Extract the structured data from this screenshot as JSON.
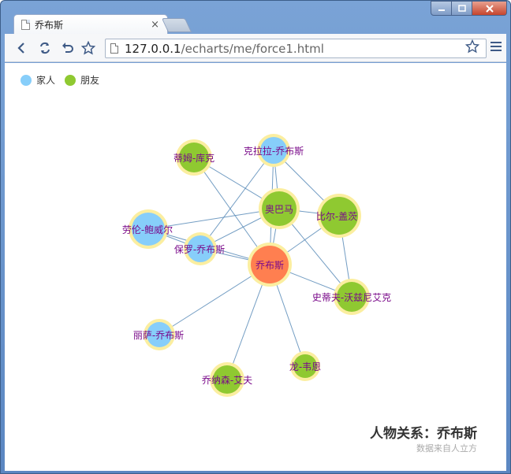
{
  "browser": {
    "tab_title": "乔布斯",
    "tab_close": "×",
    "url_host": "127.0.0.1",
    "url_path": "/echarts/me/force1.html"
  },
  "legend": [
    {
      "label": "家人",
      "color": "#87cefa"
    },
    {
      "label": "朋友",
      "color": "#8fc931"
    }
  ],
  "chart_data": {
    "type": "force-graph",
    "title": "人物关系：乔布斯",
    "subtitle": "数据来自人立方",
    "nodes": [
      {
        "name": "乔布斯",
        "category": "center",
        "color": "#ff7f50"
      },
      {
        "name": "丽萨-乔布斯",
        "category": "家人"
      },
      {
        "name": "保罗-乔布斯",
        "category": "家人"
      },
      {
        "name": "克拉拉-乔布斯",
        "category": "家人"
      },
      {
        "name": "劳伦-鲍威尔",
        "category": "家人"
      },
      {
        "name": "史蒂夫-沃兹尼艾克",
        "category": "朋友"
      },
      {
        "name": "奥巴马",
        "category": "朋友"
      },
      {
        "name": "比尔-盖茨",
        "category": "朋友"
      },
      {
        "name": "乔纳森-艾夫",
        "category": "朋友"
      },
      {
        "name": "蒂姆-库克",
        "category": "朋友"
      },
      {
        "name": "龙-韦恩",
        "category": "朋友"
      }
    ],
    "links": [
      [
        "丽萨-乔布斯",
        "乔布斯"
      ],
      [
        "乔纳森-艾夫",
        "乔布斯"
      ],
      [
        "龙-韦恩",
        "乔布斯"
      ],
      [
        "史蒂夫-沃兹尼艾克",
        "乔布斯"
      ],
      [
        "保罗-乔布斯",
        "乔布斯"
      ],
      [
        "克拉拉-乔布斯",
        "乔布斯"
      ],
      [
        "劳伦-鲍威尔",
        "乔布斯"
      ],
      [
        "奥巴马",
        "乔布斯"
      ],
      [
        "比尔-盖茨",
        "乔布斯"
      ],
      [
        "蒂姆-库克",
        "乔布斯"
      ],
      [
        "蒂姆-库克",
        "奥巴马"
      ],
      [
        "克拉拉-乔布斯",
        "奥巴马"
      ],
      [
        "克拉拉-乔布斯",
        "比尔-盖茨"
      ],
      [
        "克拉拉-乔布斯",
        "保罗-乔布斯"
      ],
      [
        "劳伦-鲍威尔",
        "奥巴马"
      ],
      [
        "劳伦-鲍威尔",
        "保罗-乔布斯"
      ],
      [
        "保罗-乔布斯",
        "奥巴马"
      ],
      [
        "奥巴马",
        "比尔-盖茨"
      ],
      [
        "奥巴马",
        "史蒂夫-沃兹尼艾克"
      ],
      [
        "比尔-盖茨",
        "史蒂夫-沃兹尼艾克"
      ]
    ]
  }
}
